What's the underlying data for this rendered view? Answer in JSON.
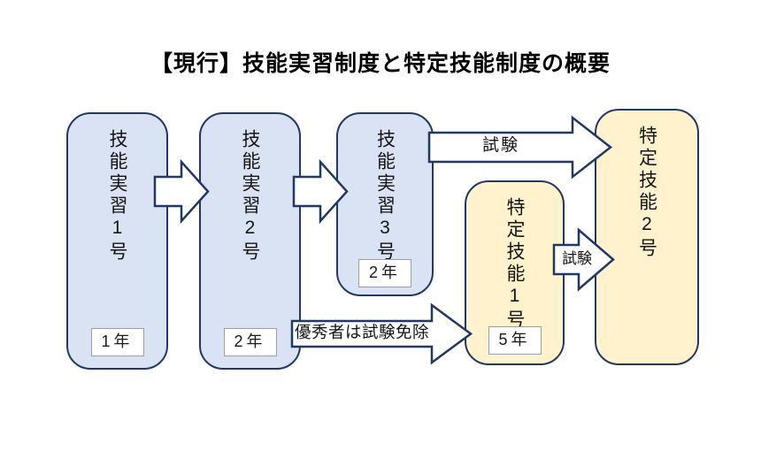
{
  "title": "【現行】技能実習制度と特定技能制度の概要",
  "colors": {
    "blue_box_fill": "#dae3f3",
    "yellow_box_fill": "#fff2cc",
    "box_border": "#1f3864",
    "year_badge_border": "#9aa0a8",
    "arrow_fill": "#ffffff"
  },
  "boxes": [
    {
      "label": "技能実習1号",
      "year": "1年",
      "type": "blue"
    },
    {
      "label": "技能実習2号",
      "year": "2年",
      "type": "blue"
    },
    {
      "label": "技能実習3号",
      "year": "2年",
      "type": "blue"
    },
    {
      "label": "特定技能1号",
      "year": "5年",
      "type": "yellow"
    },
    {
      "label": "特定技能2号",
      "year": "",
      "type": "yellow"
    }
  ],
  "arrows": {
    "exam_top_label": "試験",
    "exemption_label": "優秀者は試験免除",
    "exam_small_label": "試験"
  }
}
